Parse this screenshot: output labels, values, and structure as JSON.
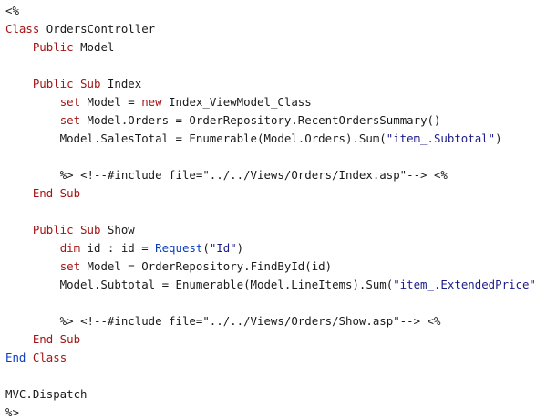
{
  "editor": {
    "lines": [
      [
        {
          "t": "<%",
          "c": "pl"
        }
      ],
      [
        {
          "t": "Class",
          "c": "kw"
        },
        {
          "t": " OrdersController",
          "c": "pl"
        }
      ],
      [
        {
          "t": "    ",
          "c": "pl"
        },
        {
          "t": "Public",
          "c": "kw"
        },
        {
          "t": " Model",
          "c": "pl"
        }
      ],
      [],
      [
        {
          "t": "    ",
          "c": "pl"
        },
        {
          "t": "Public Sub",
          "c": "kw"
        },
        {
          "t": " Index",
          "c": "pl"
        }
      ],
      [
        {
          "t": "        ",
          "c": "pl"
        },
        {
          "t": "set",
          "c": "kw"
        },
        {
          "t": " Model = ",
          "c": "pl"
        },
        {
          "t": "new",
          "c": "kw"
        },
        {
          "t": " Index_ViewModel_Class",
          "c": "pl"
        }
      ],
      [
        {
          "t": "        ",
          "c": "pl"
        },
        {
          "t": "set",
          "c": "kw"
        },
        {
          "t": " Model.Orders = OrderRepository.RecentOrdersSummary()",
          "c": "pl"
        }
      ],
      [
        {
          "t": "        Model.SalesTotal = Enumerable(Model.Orders).Sum(",
          "c": "pl"
        },
        {
          "t": "\"item_.Subtotal\"",
          "c": "str"
        },
        {
          "t": ")",
          "c": "pl"
        }
      ],
      [],
      [
        {
          "t": "        %> ",
          "c": "pl"
        },
        {
          "t": "<!--#include file=\"../../Views/Orders/Index.asp\"-->",
          "c": "cm"
        },
        {
          "t": " <%",
          "c": "pl"
        }
      ],
      [
        {
          "t": "    ",
          "c": "pl"
        },
        {
          "t": "End Sub",
          "c": "kw"
        }
      ],
      [],
      [
        {
          "t": "    ",
          "c": "pl"
        },
        {
          "t": "Public Sub",
          "c": "kw"
        },
        {
          "t": " Show",
          "c": "pl"
        }
      ],
      [
        {
          "t": "        ",
          "c": "pl"
        },
        {
          "t": "dim",
          "c": "kw"
        },
        {
          "t": " id : id = ",
          "c": "pl"
        },
        {
          "t": "Request",
          "c": "kb"
        },
        {
          "t": "(",
          "c": "pl"
        },
        {
          "t": "\"Id\"",
          "c": "str"
        },
        {
          "t": ")",
          "c": "pl"
        }
      ],
      [
        {
          "t": "        ",
          "c": "pl"
        },
        {
          "t": "set",
          "c": "kw"
        },
        {
          "t": " Model = OrderRepository.FindById(id)",
          "c": "pl"
        }
      ],
      [
        {
          "t": "        Model.Subtotal = Enumerable(Model.LineItems).Sum(",
          "c": "pl"
        },
        {
          "t": "\"item_.ExtendedPrice\"",
          "c": "str"
        },
        {
          "t": ")",
          "c": "pl"
        }
      ],
      [],
      [
        {
          "t": "        %> ",
          "c": "pl"
        },
        {
          "t": "<!--#include file=\"../../Views/Orders/Show.asp\"-->",
          "c": "cm"
        },
        {
          "t": " <%",
          "c": "pl"
        }
      ],
      [
        {
          "t": "    ",
          "c": "pl"
        },
        {
          "t": "End Sub",
          "c": "kw"
        }
      ],
      [
        {
          "t": "End",
          "c": "kb"
        },
        {
          "t": " ",
          "c": "pl"
        },
        {
          "t": "Class",
          "c": "kw"
        }
      ],
      [],
      [
        {
          "t": "MVC.Dispatch",
          "c": "pl"
        }
      ],
      [
        {
          "t": "%>",
          "c": "pl"
        }
      ]
    ]
  }
}
